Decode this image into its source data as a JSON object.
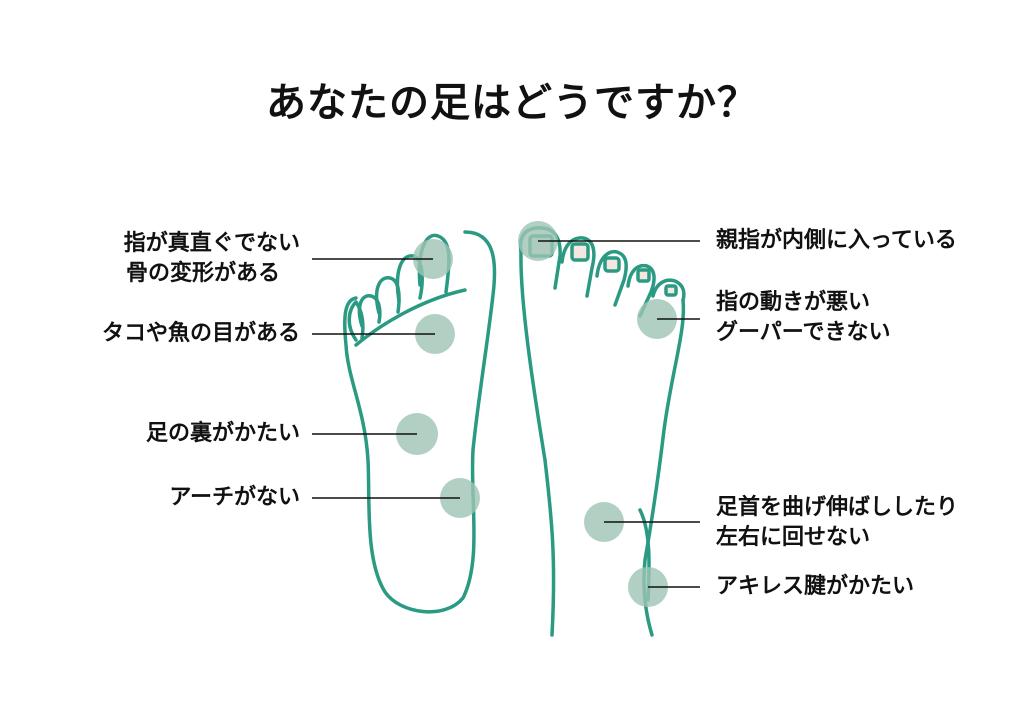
{
  "title": "あなたの足はどうですか？",
  "colors": {
    "outline": "#2a9a82",
    "marker": "#9dc4b4",
    "nail": "#f3e7df",
    "leader": "#111111",
    "text": "#111111"
  },
  "labels": {
    "toes_not_straight": [
      "指が真直ぐでない",
      "骨の変形がある"
    ],
    "corns_calluses": [
      "タコや魚の目がある"
    ],
    "sole_hard": [
      "足の裏がかたい"
    ],
    "no_arch": [
      "アーチがない"
    ],
    "big_toe_inward": [
      "親指が内側に入っている"
    ],
    "toes_poor_movement": [
      "指の動きが悪い",
      "グーパーできない"
    ],
    "ankle_cannot_bend": [
      "足首を曲げ伸ばししたり",
      "左右に回せない"
    ],
    "achilles_stiff": [
      "アキレス腱がかたい"
    ]
  }
}
